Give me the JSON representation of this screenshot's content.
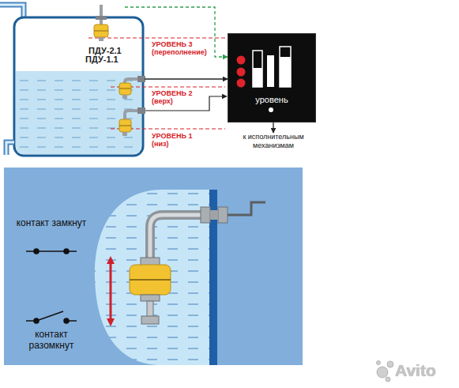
{
  "diagram": {
    "nodes": [
      {
        "text": [
          "ПДУ-2.1"
        ]
      },
      {
        "text": [
          "ПДУ-1.1"
        ]
      },
      {
        "text": [
          "уровень"
        ]
      },
      {
        "text": [
          "к исполнительным механизмам"
        ]
      }
    ],
    "edges": [
      {
        "from": 0,
        "to": 2,
        "arrow": "to"
      },
      {
        "from": 1,
        "to": 2,
        "arrow": "to"
      },
      {
        "from": 2,
        "to": 3,
        "arrow": "to"
      }
    ],
    "labels": [
      "УРОВЕНЬ 3",
      "(переполнение)",
      "УРОВЕНЬ 2",
      "(верх)",
      "УРОВЕНЬ 1",
      "(низ)",
      "контакт замкнут",
      "контакт разомкнут",
      "Avito"
    ]
  }
}
